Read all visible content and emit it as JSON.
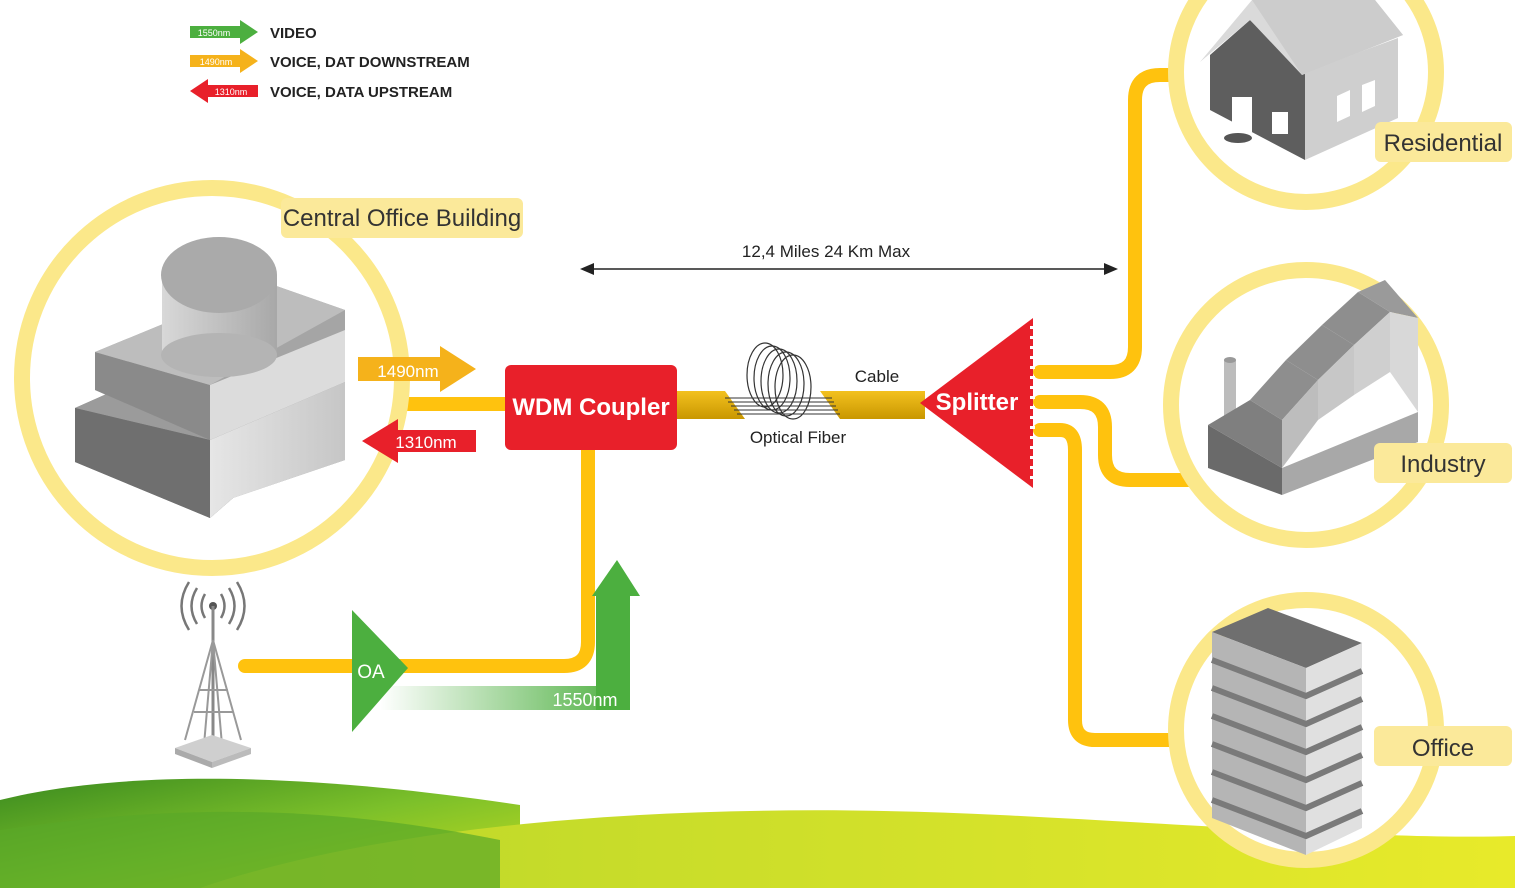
{
  "legend": [
    {
      "tag": "1550nm",
      "label": "VIDEO",
      "color": "#4caf3f",
      "direction": "right"
    },
    {
      "tag": "1490nm",
      "label": "VOICE, DAT DOWNSTREAM",
      "color": "#f5b21b",
      "direction": "right"
    },
    {
      "tag": "1310nm",
      "label": "VOICE, DATA UPSTREAM",
      "color": "#e8202a",
      "direction": "left"
    }
  ],
  "labels": {
    "central_office": "Central Office Building",
    "distance": "12,4 Miles  24 Km Max",
    "wdm": "WDM Coupler",
    "splitter": "Splitter",
    "cable": "Cable",
    "fiber": "Optical Fiber",
    "oa": "OA",
    "downstream": "1490nm",
    "upstream": "1310nm",
    "video": "1550nm",
    "residential": "Residential",
    "industry": "Industry",
    "office": "Office"
  },
  "colors": {
    "fiber_yellow": "#ffc20e",
    "circle_yellow": "#fbe88a",
    "label_box": "#fbe99a",
    "red": "#e8202a",
    "green": "#4caf3f",
    "orange": "#f5b21b"
  }
}
